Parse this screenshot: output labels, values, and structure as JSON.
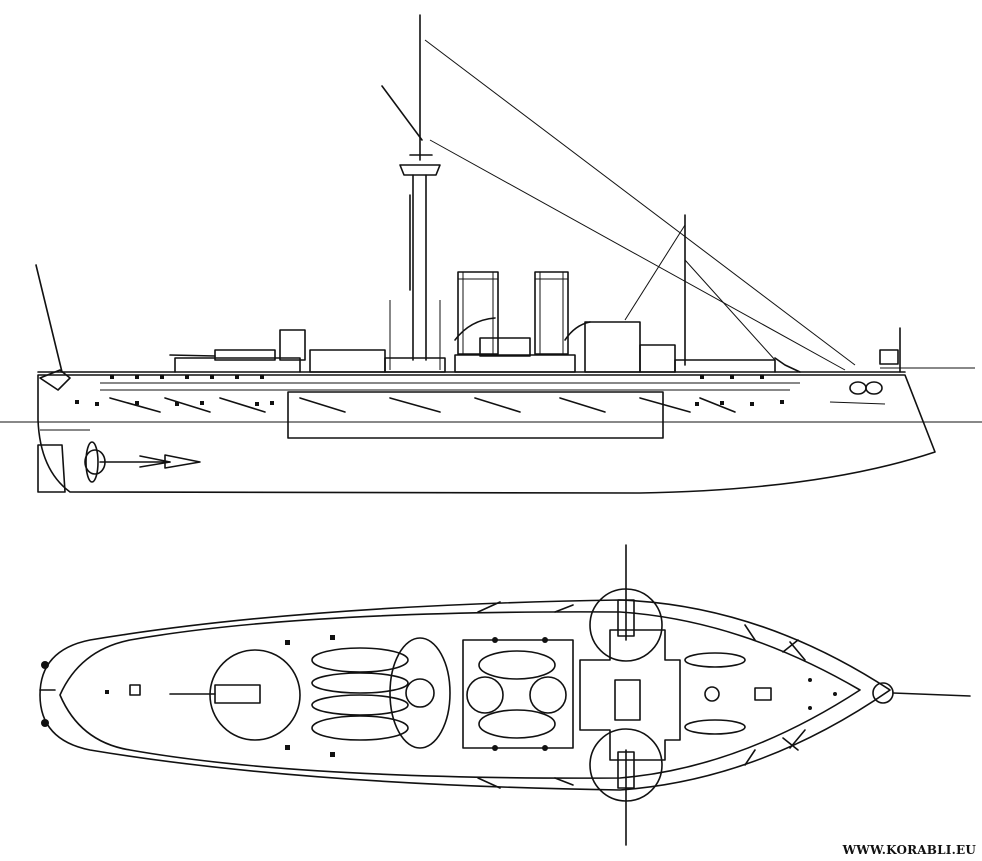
{
  "watermark": "WWW.KORABLI.EU",
  "views": [
    {
      "id": "side",
      "icon": "ship-side-profile"
    },
    {
      "id": "plan",
      "icon": "ship-deck-plan"
    }
  ],
  "colors": {
    "ink": "#111111",
    "paper": "#ffffff"
  }
}
